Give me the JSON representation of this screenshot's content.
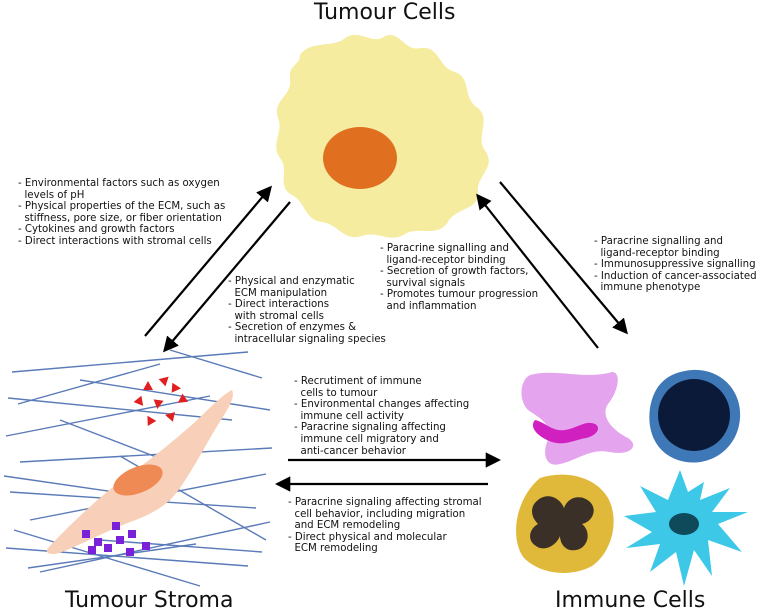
{
  "titles": {
    "tumour_cells": "Tumour Cells",
    "tumour_stroma": "Tumour Stroma",
    "immune_cells": "Immune Cells"
  },
  "notes": {
    "stroma_to_tumour": [
      "- Environmental factors such as oxygen",
      "  levels of pH",
      "- Physical properties of the ECM, such as",
      "  stiffness, pore size, or fiber orientation",
      "- Cytokines and growth factors",
      "- Direct interactions with stromal cells"
    ],
    "tumour_to_stroma": [
      "- Physical and enzymatic",
      "  ECM manipulation",
      "- Direct interactions",
      "  with stromal cells",
      "- Secretion of enzymes &",
      "  intracellular signaling species"
    ],
    "immune_to_tumour": [
      "- Paracrine signalling and",
      "  ligand-receptor binding",
      "- Secretion of growth factors,",
      "  survival signals",
      "- Promotes tumour progression",
      "  and inflammation"
    ],
    "tumour_to_immune": [
      "- Paracrine signalling and",
      "  ligand-receptor binding",
      "- Immunosuppressive signalling",
      "- Induction of cancer-associated",
      "  immune phenotype"
    ],
    "stroma_to_immune": [
      "- Recrutiment of immune",
      "  cells to tumour",
      "- Environmental changes affecting",
      "  immune cell activity",
      "- Paracrine signaling affecting",
      "  immune cell migratory and",
      "  anti-cancer behavior"
    ],
    "immune_to_stroma": [
      "- Paracrine signaling affecting stromal",
      "  cell behavior, including migration",
      "  and ECM remodeling",
      "- Direct physical and molecular",
      "  ECM remodeling"
    ]
  },
  "colors": {
    "tumour_cell_body": "#f5eca0",
    "tumour_nucleus": "#e07020",
    "ecm_fibers": "#5a7ab8",
    "fibroblast_body": "#f8cfb8",
    "fibroblast_nucleus": "#f08a55",
    "red_particles": "#e02020",
    "purple_particles": "#7a20d8",
    "macrophage": "#e4a4ee",
    "macrophage_nucleus": "#d020c0",
    "lymphocyte_outer": "#3f78b6",
    "lymphocyte_inner": "#0a1a38",
    "neutrophil": "#e0b83a",
    "neutrophil_nucleus": "#3a3028",
    "dendritic_cell": "#3ec8e8",
    "dendritic_nucleus": "#0e4a5a",
    "arrows": "#000000"
  },
  "icons": [
    "tumour-cell-icon",
    "fibroblast-icon",
    "macrophage-icon",
    "lymphocyte-icon",
    "neutrophil-icon",
    "dendritic-cell-icon"
  ]
}
